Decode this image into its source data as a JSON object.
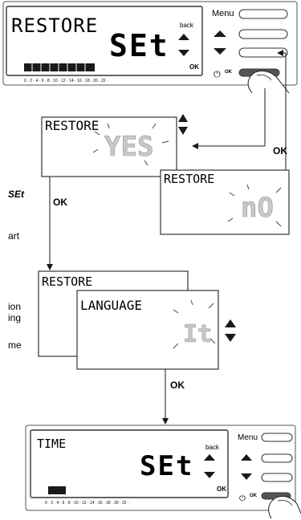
{
  "device_top": {
    "display_label": "RESTORE",
    "display_value": "SEt",
    "back_label": "back",
    "ok_label": "OK",
    "menu_label": "Menu",
    "ok_key_label": "OK",
    "scale_ticks": "0 · 2 · 4 · 6 · 8 · 10 · 12 · 14 · 16 · 18 · 20 · 22 ·"
  },
  "screen_yes": {
    "label": "RESTORE",
    "value": "YES"
  },
  "screen_no": {
    "label": "RESTORE",
    "value": "nO"
  },
  "screen_restore": {
    "label": "RESTORE"
  },
  "screen_language": {
    "label": "LANGUAGE",
    "value": "It"
  },
  "arrows": {
    "ok_right": "OK",
    "ok_left": "OK",
    "ok_bottom": "OK"
  },
  "clipped_text": {
    "line1": "SEt",
    "line2": "art",
    "line3": "ion",
    "line4": "ing",
    "line5": "me"
  },
  "device_bottom": {
    "display_label": "TIME",
    "display_value": "SEt",
    "back_label": "back",
    "ok_label": "OK",
    "menu_label": "Menu",
    "ok_key_label": "OK",
    "scale_ticks": "0 · 2 · 4 · 6 · 8 · 10 · 12 · 14 · 16 · 18 · 20 · 22 ·"
  }
}
